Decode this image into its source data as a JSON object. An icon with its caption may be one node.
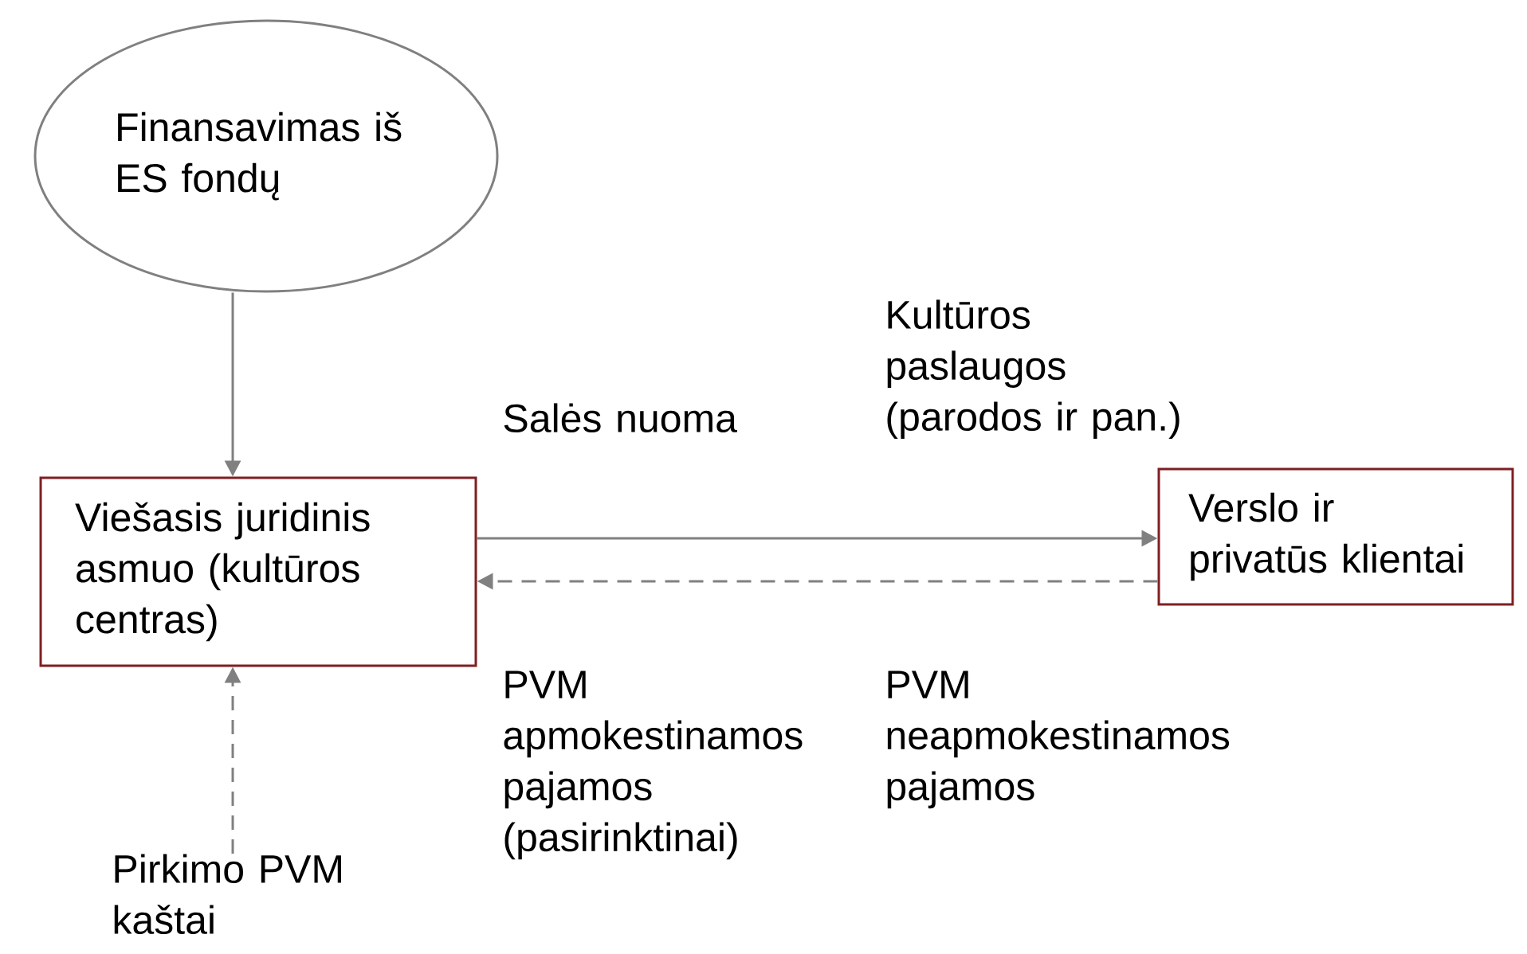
{
  "diagram": {
    "nodes": [
      {
        "text": [
          "Finansavimas iš ES fondų"
        ]
      },
      {
        "text": [
          "Viešasis juridinis asmuo (kultūros centras)"
        ]
      },
      {
        "text": [
          "Verslo ir privatūs klientai"
        ]
      },
      {
        "text": [
          "Pirkimo PVM kaštai"
        ]
      }
    ],
    "edges": [
      {
        "from": 0,
        "to": 1,
        "arrow": "to"
      },
      {
        "from": 1,
        "to": 2,
        "arrow": "to"
      },
      {
        "from": 2,
        "to": 1,
        "arrow": "to",
        "style": "dashed"
      },
      {
        "from": 3,
        "to": 1,
        "arrow": "to",
        "style": "dashed"
      }
    ],
    "labels": [
      "Kultūros paslaugos (parodos ir pan.)",
      "Salės nuoma",
      "PVM apmokestinamos pajamos (pasirinktinai)",
      "PVM neapmokestinamos pajamos"
    ]
  }
}
